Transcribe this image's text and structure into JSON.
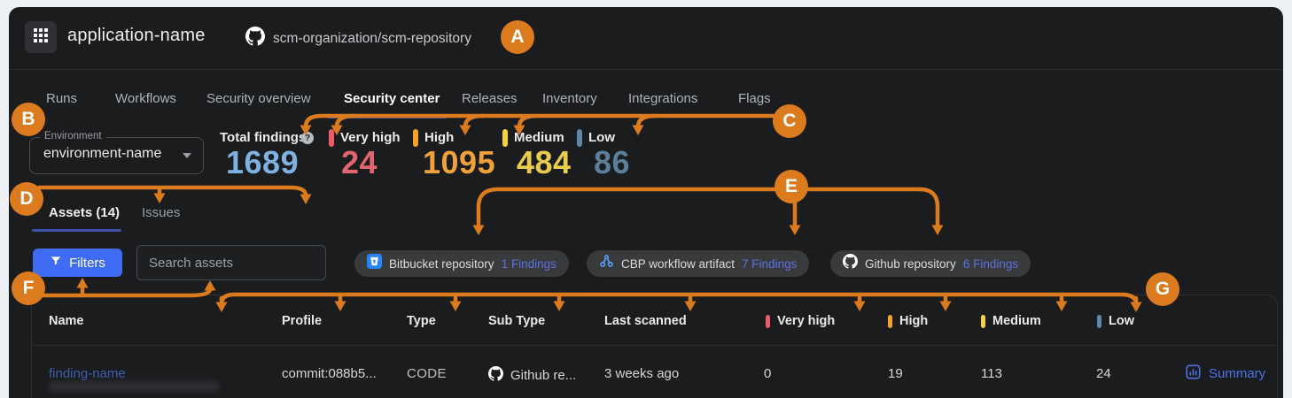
{
  "topbar": {
    "app_title": "application-name",
    "repo": "scm-organization/scm-repository"
  },
  "nav": {
    "tabs": [
      {
        "label": "Runs"
      },
      {
        "label": "Workflows"
      },
      {
        "label": "Security overview"
      },
      {
        "label": "Security center",
        "active": true
      },
      {
        "label": "Releases"
      },
      {
        "label": "Inventory"
      },
      {
        "label": "Integrations"
      },
      {
        "label": "Flags"
      }
    ]
  },
  "environment": {
    "label": "Environment",
    "value": "environment-name"
  },
  "stats": {
    "total": {
      "label": "Total findings",
      "help": "?",
      "value": "1689",
      "color": "#7eb2e2"
    },
    "severities": [
      {
        "label": "Very high",
        "value": "24",
        "color": "#e06570",
        "marker_color": "#ee5a68"
      },
      {
        "label": "High",
        "value": "1095",
        "color": "#f0a23a",
        "marker_color": "#f5a02c"
      },
      {
        "label": "Medium",
        "value": "484",
        "color": "#e9cb4d",
        "marker_color": "#f2d33e"
      },
      {
        "label": "Low",
        "value": "86",
        "color": "#5d7e9a",
        "marker_color": "#5e87a8"
      }
    ]
  },
  "content_tabs": [
    {
      "label": "Assets (14)",
      "active": true
    },
    {
      "label": "Issues"
    }
  ],
  "toolbar": {
    "filters_label": "Filters",
    "search_placeholder": "Search assets"
  },
  "chips": [
    {
      "icon": "bitbucket-icon",
      "label": "Bitbucket repository",
      "count": "1 Findings"
    },
    {
      "icon": "webhook-icon",
      "label": "CBP workflow artifact",
      "count": "7 Findings"
    },
    {
      "icon": "github-icon",
      "label": "Github repository",
      "count": "6 Findings"
    }
  ],
  "table": {
    "headers": {
      "name": "Name",
      "profile": "Profile",
      "type": "Type",
      "sub_type": "Sub Type",
      "last_scanned": "Last scanned",
      "very_high": "Very high",
      "high": "High",
      "medium": "Medium",
      "low": "Low"
    },
    "row": {
      "name": "finding-name",
      "profile": "commit:088b5...",
      "type": "CODE",
      "sub_type": "Github re...",
      "last_scanned": "3 weeks ago",
      "very_high": "0",
      "high": "19",
      "medium": "113",
      "low": "24",
      "action": "Summary"
    }
  },
  "annotations": {
    "a": "A",
    "b": "B",
    "c": "C",
    "d": "D",
    "e": "E",
    "f": "F",
    "g": "G",
    "color": "#dc7b1e"
  },
  "colors": {
    "background": "#1b1c1e",
    "frame": "#eef1f4",
    "accent_orange": "#dc7b1e",
    "primary_button": "#3f6cf4",
    "tab_underline": "#3e51a8",
    "link_blue": "#5c71e0",
    "finding_link": "#3f5fae",
    "summary_link": "#4d72e8"
  }
}
